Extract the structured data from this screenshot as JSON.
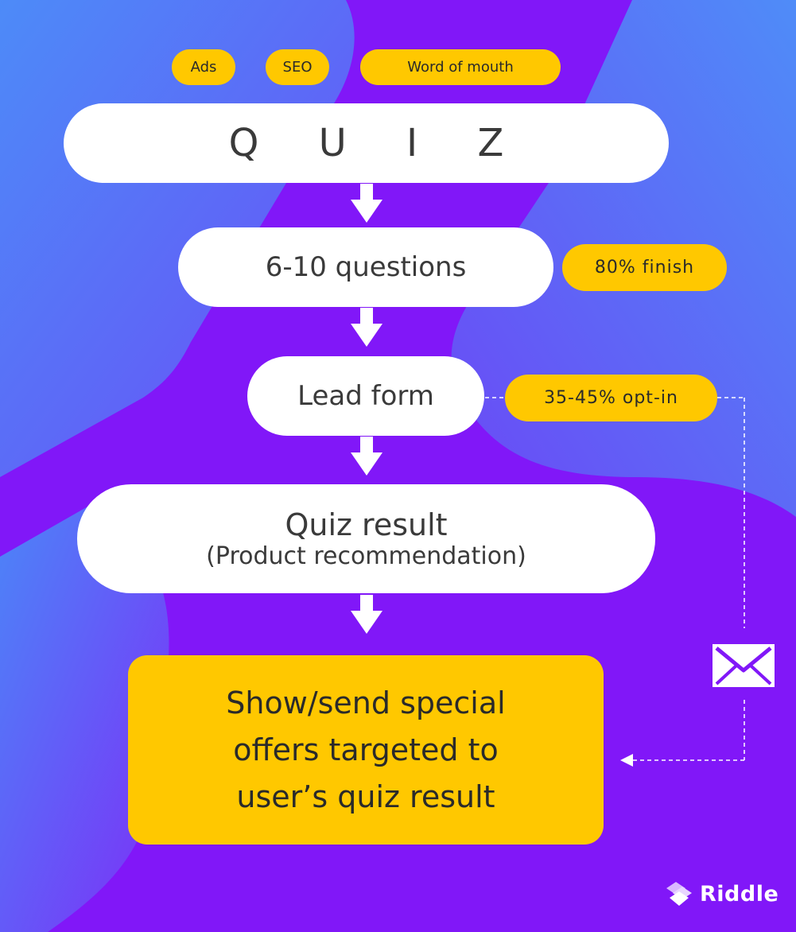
{
  "traffic_sources": [
    "Ads",
    "SEO",
    "Word of mouth"
  ],
  "steps": {
    "quiz": "Q U I Z",
    "questions": "6-10 questions",
    "lead_form": "Lead form",
    "result_title": "Quiz result",
    "result_subtitle": "(Product recommendation)",
    "offers": [
      "Show/send special",
      "offers targeted to",
      "user’s quiz result"
    ]
  },
  "metrics": {
    "finish": "80% finish",
    "optin": "35-45% opt-in"
  },
  "icons": [
    "down-arrow-icon",
    "mail-icon",
    "riddle-logo-icon"
  ],
  "brand": {
    "name": "Riddle"
  },
  "colors": {
    "background": "#8117f8",
    "accent_blue": "#4d8bf8",
    "yellow": "#ffc800",
    "white": "#ffffff",
    "text": "#3a3a3a"
  }
}
